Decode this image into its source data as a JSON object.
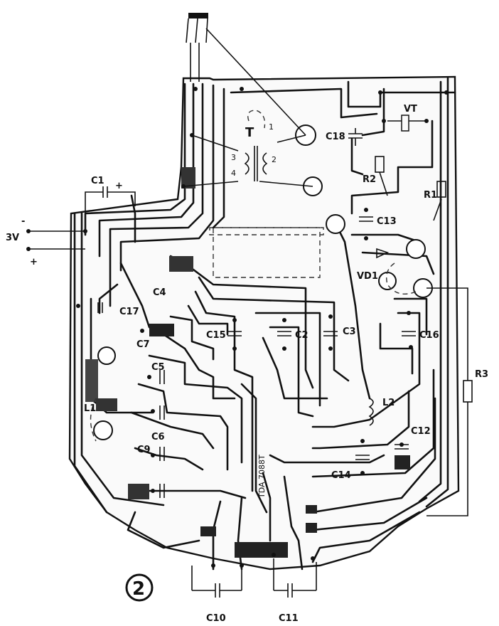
{
  "diagram": {
    "figure_number": "2",
    "labels": {
      "c1": "C1",
      "c1_plus": "+",
      "supply_voltage": "3V",
      "supply_minus": "-",
      "supply_plus": "+",
      "transformer": "T",
      "t1": "1",
      "t2": "2",
      "t3": "3",
      "t4": "4",
      "c18": "C18",
      "vt": "VT",
      "r2": "R2",
      "r1": "R1",
      "c13": "C13",
      "vd1": "VD1",
      "c17": "C17",
      "c4": "C4",
      "c15": "C15",
      "c2": "C2",
      "c3": "C3",
      "c16": "C16",
      "c5": "C5",
      "l1": "L1",
      "c6": "C6",
      "c7": "C7",
      "c9": "C9",
      "l2": "L2",
      "c12": "C12",
      "c14": "C14",
      "r3": "R3",
      "ic": "TDA 7088T",
      "c10": "C10",
      "c11": "C11"
    }
  }
}
